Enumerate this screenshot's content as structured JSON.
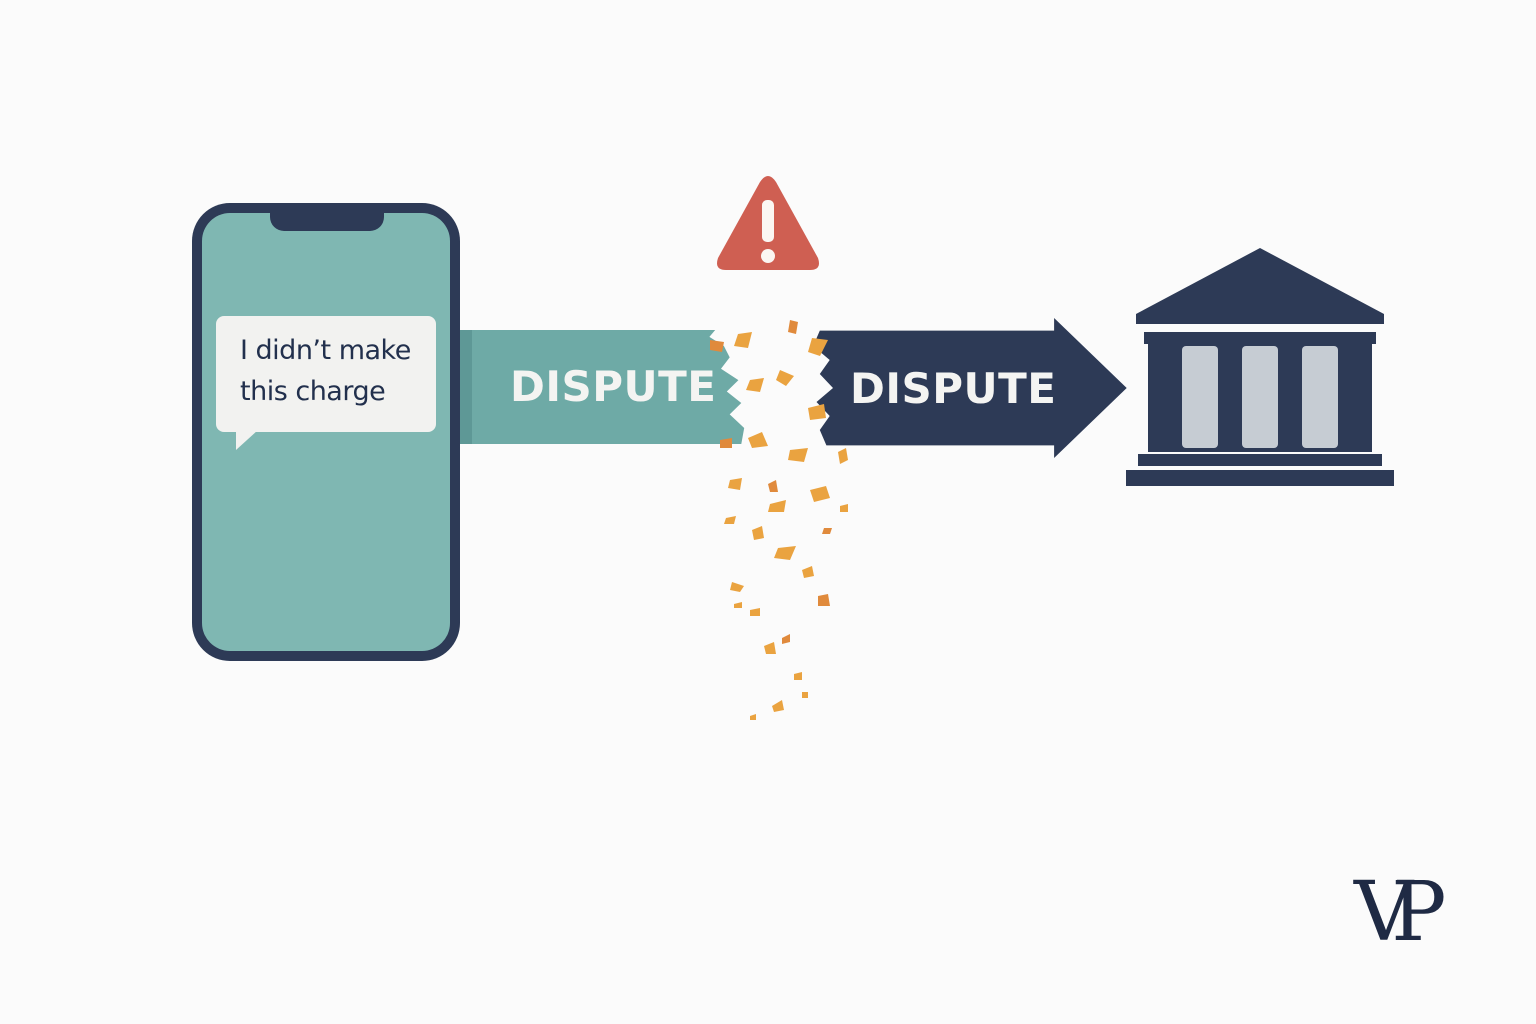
{
  "phone": {
    "message": "I didn’t make this charge"
  },
  "flow": {
    "left_label": "DISPUTE",
    "right_label": "DISPUTE"
  },
  "icons": {
    "warning": "warning-triangle-icon",
    "bank": "bank-building-icon",
    "phone": "smartphone-icon"
  },
  "logo": {
    "text": "VP"
  },
  "colors": {
    "teal": "#6eaaa6",
    "phone_screen": "#7fb7b2",
    "navy": "#2d3a56",
    "warning_red": "#cf5f52",
    "confetti_orange": "#eaa340",
    "column_gray": "#c6ccd3",
    "background": "#fbfbfb"
  }
}
